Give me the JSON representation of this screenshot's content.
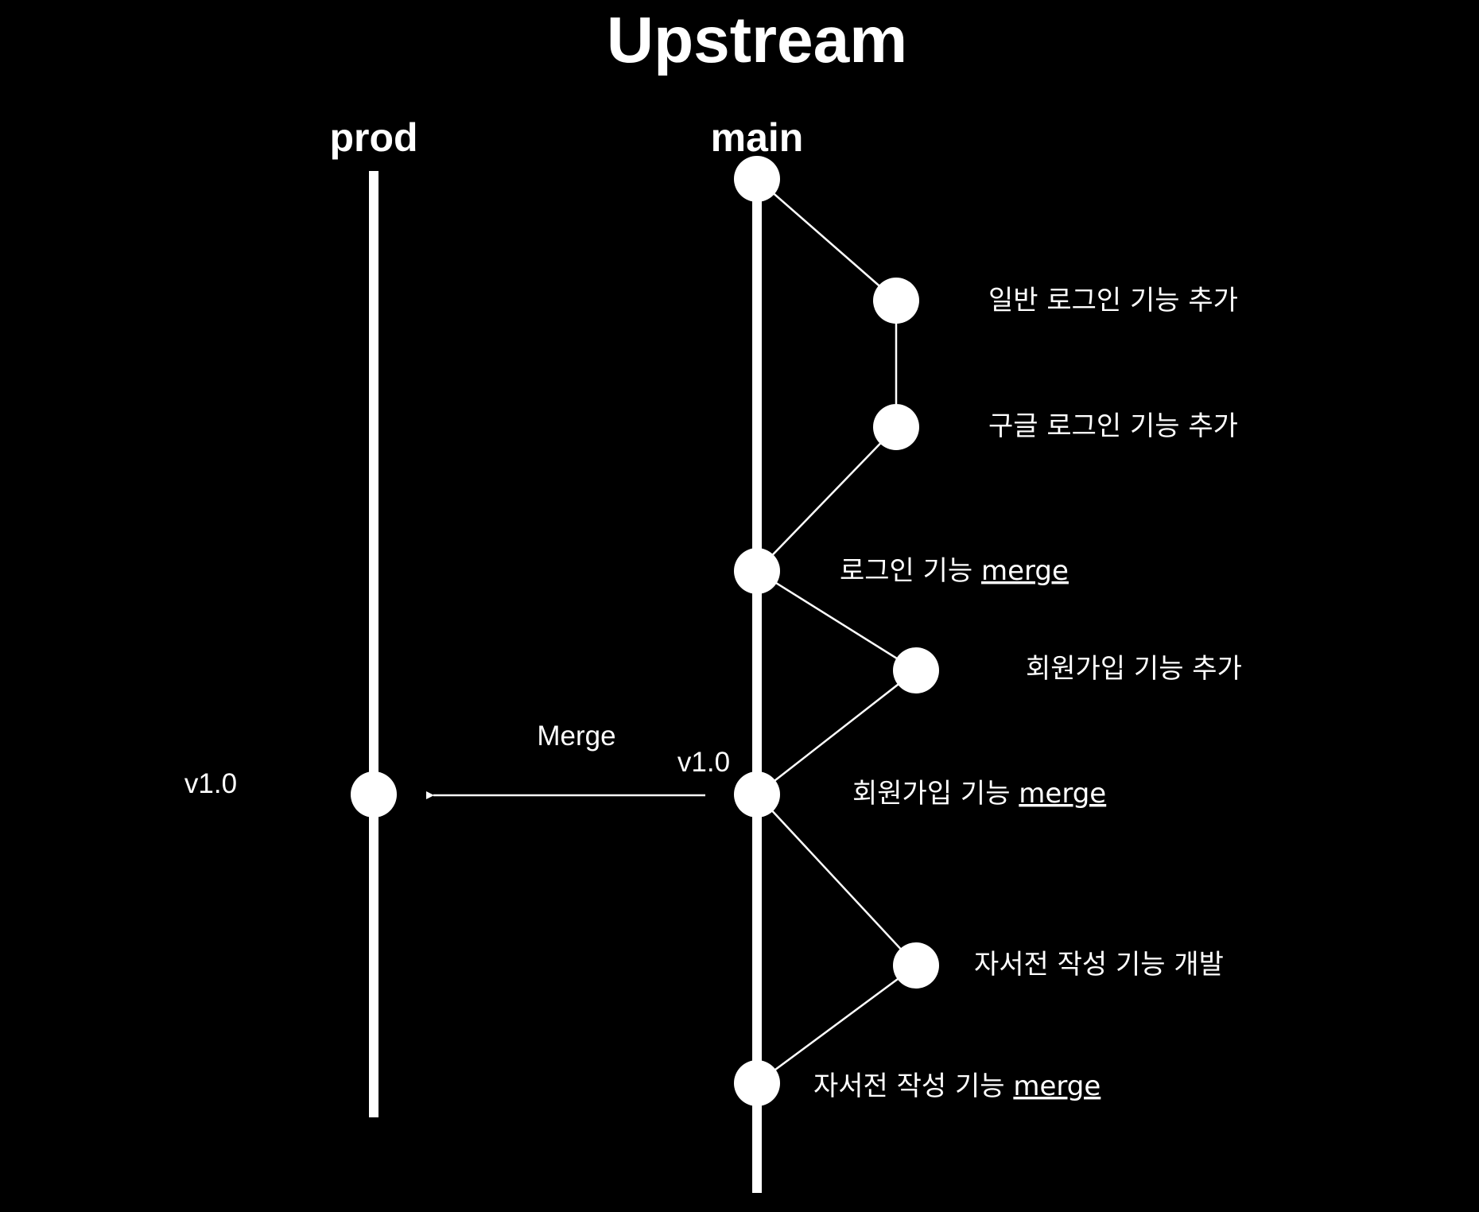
{
  "diagram": {
    "title": "Upstream",
    "colors": {
      "background": "#000000",
      "foreground": "#ffffff",
      "spellcheck_underline": "#e0312b"
    },
    "branches": {
      "prod": {
        "name": "prod"
      },
      "main": {
        "name": "main"
      }
    },
    "commits": {
      "general_login": {
        "label": "일반 로그인 기능 추가"
      },
      "google_login": {
        "label": "구글 로그인 기능 추가"
      },
      "login_merge": {
        "label_prefix": "로그인 기능 ",
        "label_word": "merge"
      },
      "signup": {
        "label": "회원가입 기능 추가"
      },
      "signup_merge": {
        "label_prefix": "회원가입 기능 ",
        "label_word": "merge"
      },
      "self_intro": {
        "label": "자서전 작성 기능 개발"
      },
      "self_intro_merge": {
        "label_prefix": "자서전 작성 기능 ",
        "label_word": "merge"
      }
    },
    "release": {
      "arrow_label": "Merge",
      "main_tag": "v1.0",
      "prod_tag": "v1.0"
    }
  }
}
